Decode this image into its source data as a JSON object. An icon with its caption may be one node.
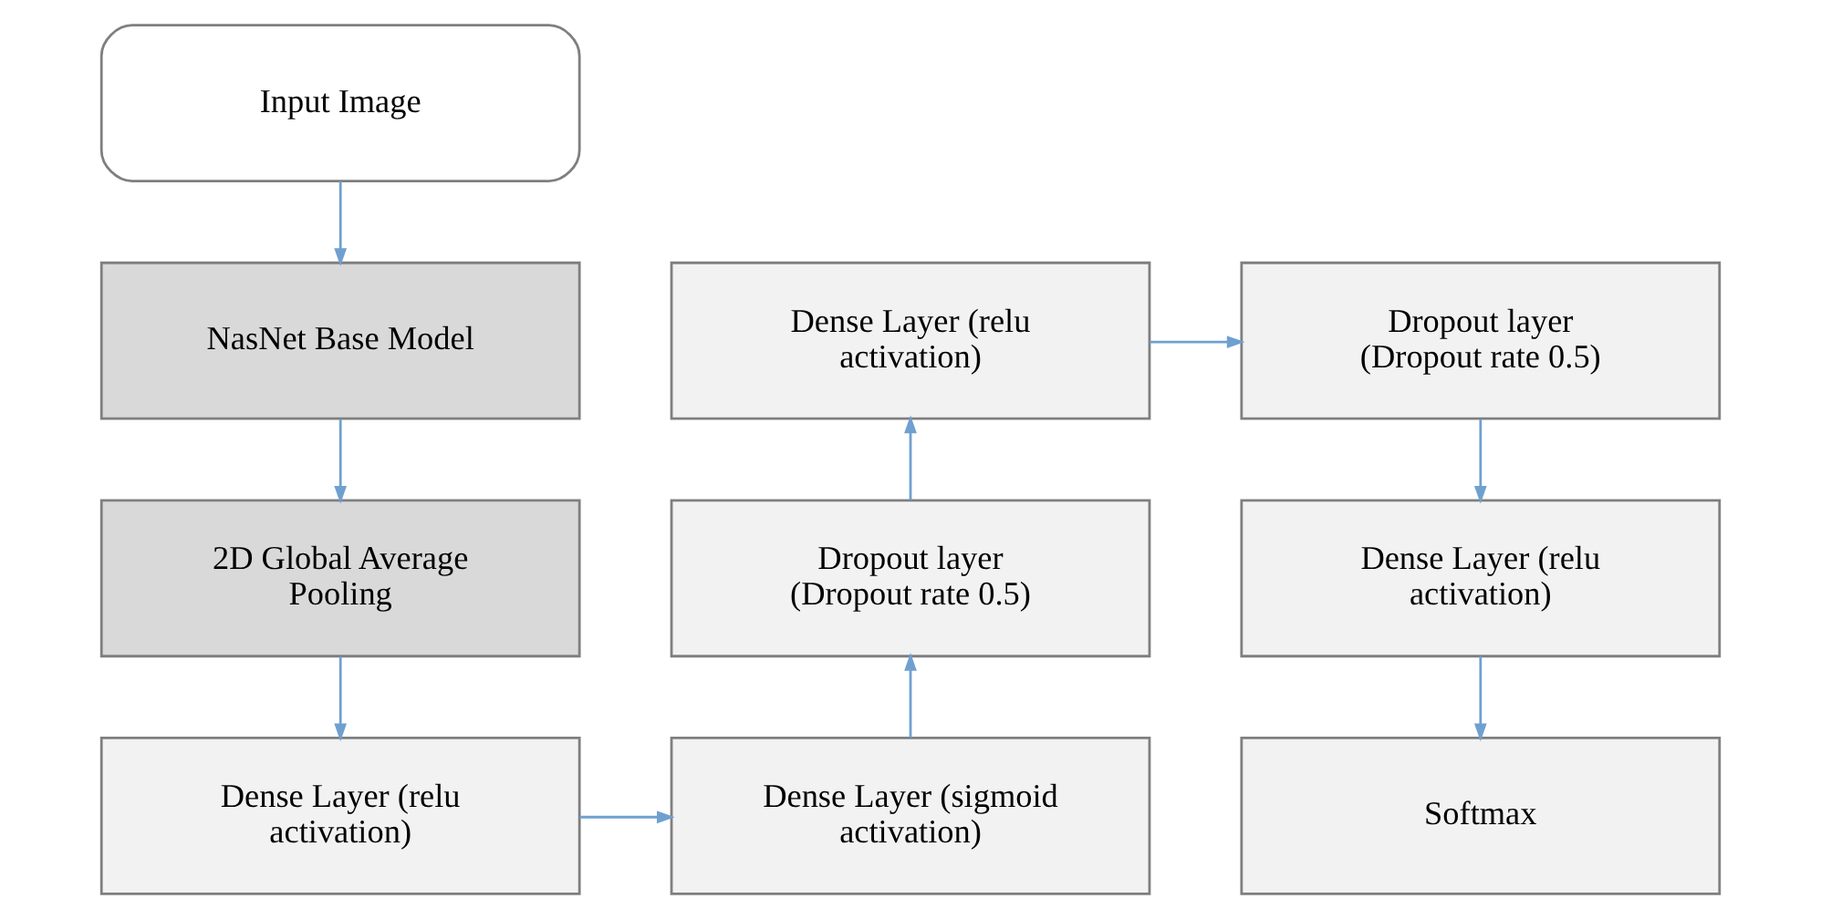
{
  "diagram": {
    "nodes": [
      {
        "text": [
          "Input Image"
        ]
      },
      {
        "text": [
          "NasNet Base Model"
        ]
      },
      {
        "text": [
          "2D Global Average Pooling"
        ]
      },
      {
        "text": [
          "Dense Layer (relu activation)"
        ]
      },
      {
        "text": [
          "Dense Layer (sigmoid activation)"
        ]
      },
      {
        "text": [
          "Dropout layer (Dropout rate 0.5)"
        ]
      },
      {
        "text": [
          "Dense Layer (relu activation)"
        ]
      },
      {
        "text": [
          "Dropout layer (Dropout rate 0.5)"
        ]
      },
      {
        "text": [
          "Dense Layer (relu activation)"
        ]
      },
      {
        "text": [
          "Softmax"
        ]
      }
    ],
    "edges": [
      {
        "from": 0,
        "to": 1,
        "arrow": "to"
      },
      {
        "from": 1,
        "to": 2,
        "arrow": "to"
      },
      {
        "from": 2,
        "to": 3,
        "arrow": "to"
      },
      {
        "from": 3,
        "to": 4,
        "arrow": "to"
      },
      {
        "from": 4,
        "to": 5,
        "arrow": "to"
      },
      {
        "from": 5,
        "to": 6,
        "arrow": "to"
      },
      {
        "from": 6,
        "to": 7,
        "arrow": "to"
      },
      {
        "from": 7,
        "to": 8,
        "arrow": "to"
      },
      {
        "from": 8,
        "to": 9,
        "arrow": "to"
      }
    ]
  }
}
